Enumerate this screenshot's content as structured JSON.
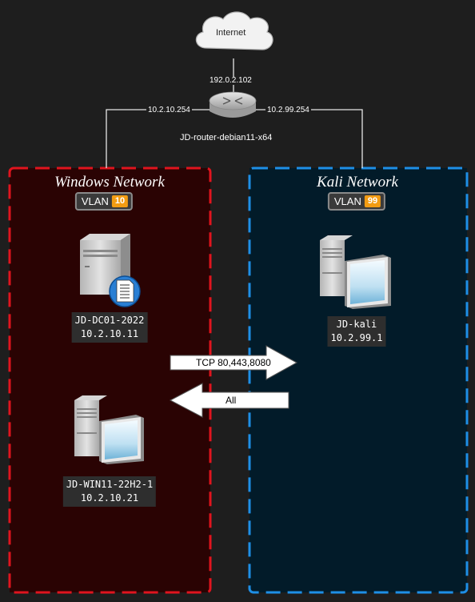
{
  "internet": {
    "label": "Internet"
  },
  "router": {
    "name": "JD-router-debian11-x64",
    "wan_ip": "192.0.2.102",
    "left_ip": "10.2.10.254",
    "right_ip": "10.2.99.254"
  },
  "windows_network": {
    "title": "Windows Network",
    "vlan_label": "VLAN",
    "vlan_id": "10",
    "color": "#e0141e",
    "hosts": [
      {
        "name": "JD-DC01-2022",
        "ip": "10.2.10.11",
        "icon": "server-icon"
      },
      {
        "name": "JD-WIN11-22H2-1",
        "ip": "10.2.10.21",
        "icon": "workstation-icon"
      }
    ]
  },
  "kali_network": {
    "title": "Kali Network",
    "vlan_label": "VLAN",
    "vlan_id": "99",
    "color": "#1e8fe6",
    "hosts": [
      {
        "name": "JD-kali",
        "ip": "10.2.99.1",
        "icon": "workstation-icon"
      }
    ]
  },
  "flows": [
    {
      "label": "TCP 80,443,8080",
      "direction": "windows-to-kali"
    },
    {
      "label": "All",
      "direction": "kali-to-windows"
    }
  ],
  "colors": {
    "background": "#1e1e1e",
    "vlan_badge": "#f39c12"
  }
}
